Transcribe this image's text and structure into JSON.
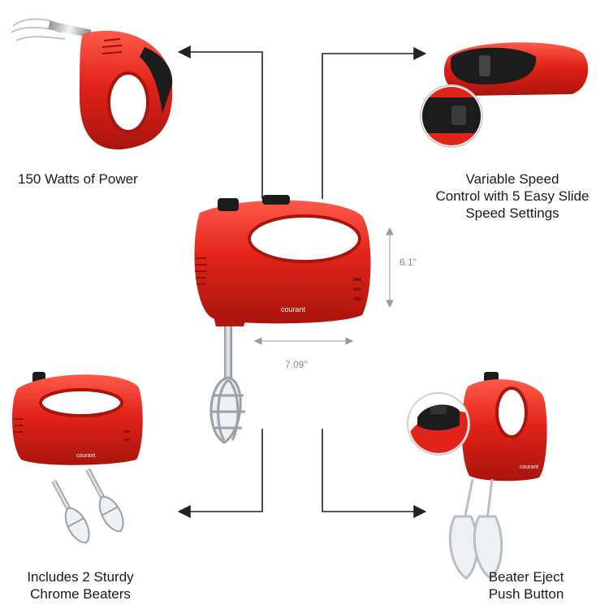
{
  "features": {
    "power": "150 Watts of Power",
    "speed": "Variable Speed\nControl with 5 Easy Slide\nSpeed Settings",
    "beaters": "Includes 2 Sturdy\nChrome Beaters",
    "eject": "Beater Eject\nPush Button"
  },
  "dimensions": {
    "height": "6.1\"",
    "width": "7.09\""
  },
  "brand": {
    "logo_text": "courant"
  },
  "colors": {
    "mixer_red": "#e2231a",
    "mixer_dark": "#b5170f",
    "accent_black": "#1c1c1c",
    "chrome": "#c9cdd2"
  }
}
